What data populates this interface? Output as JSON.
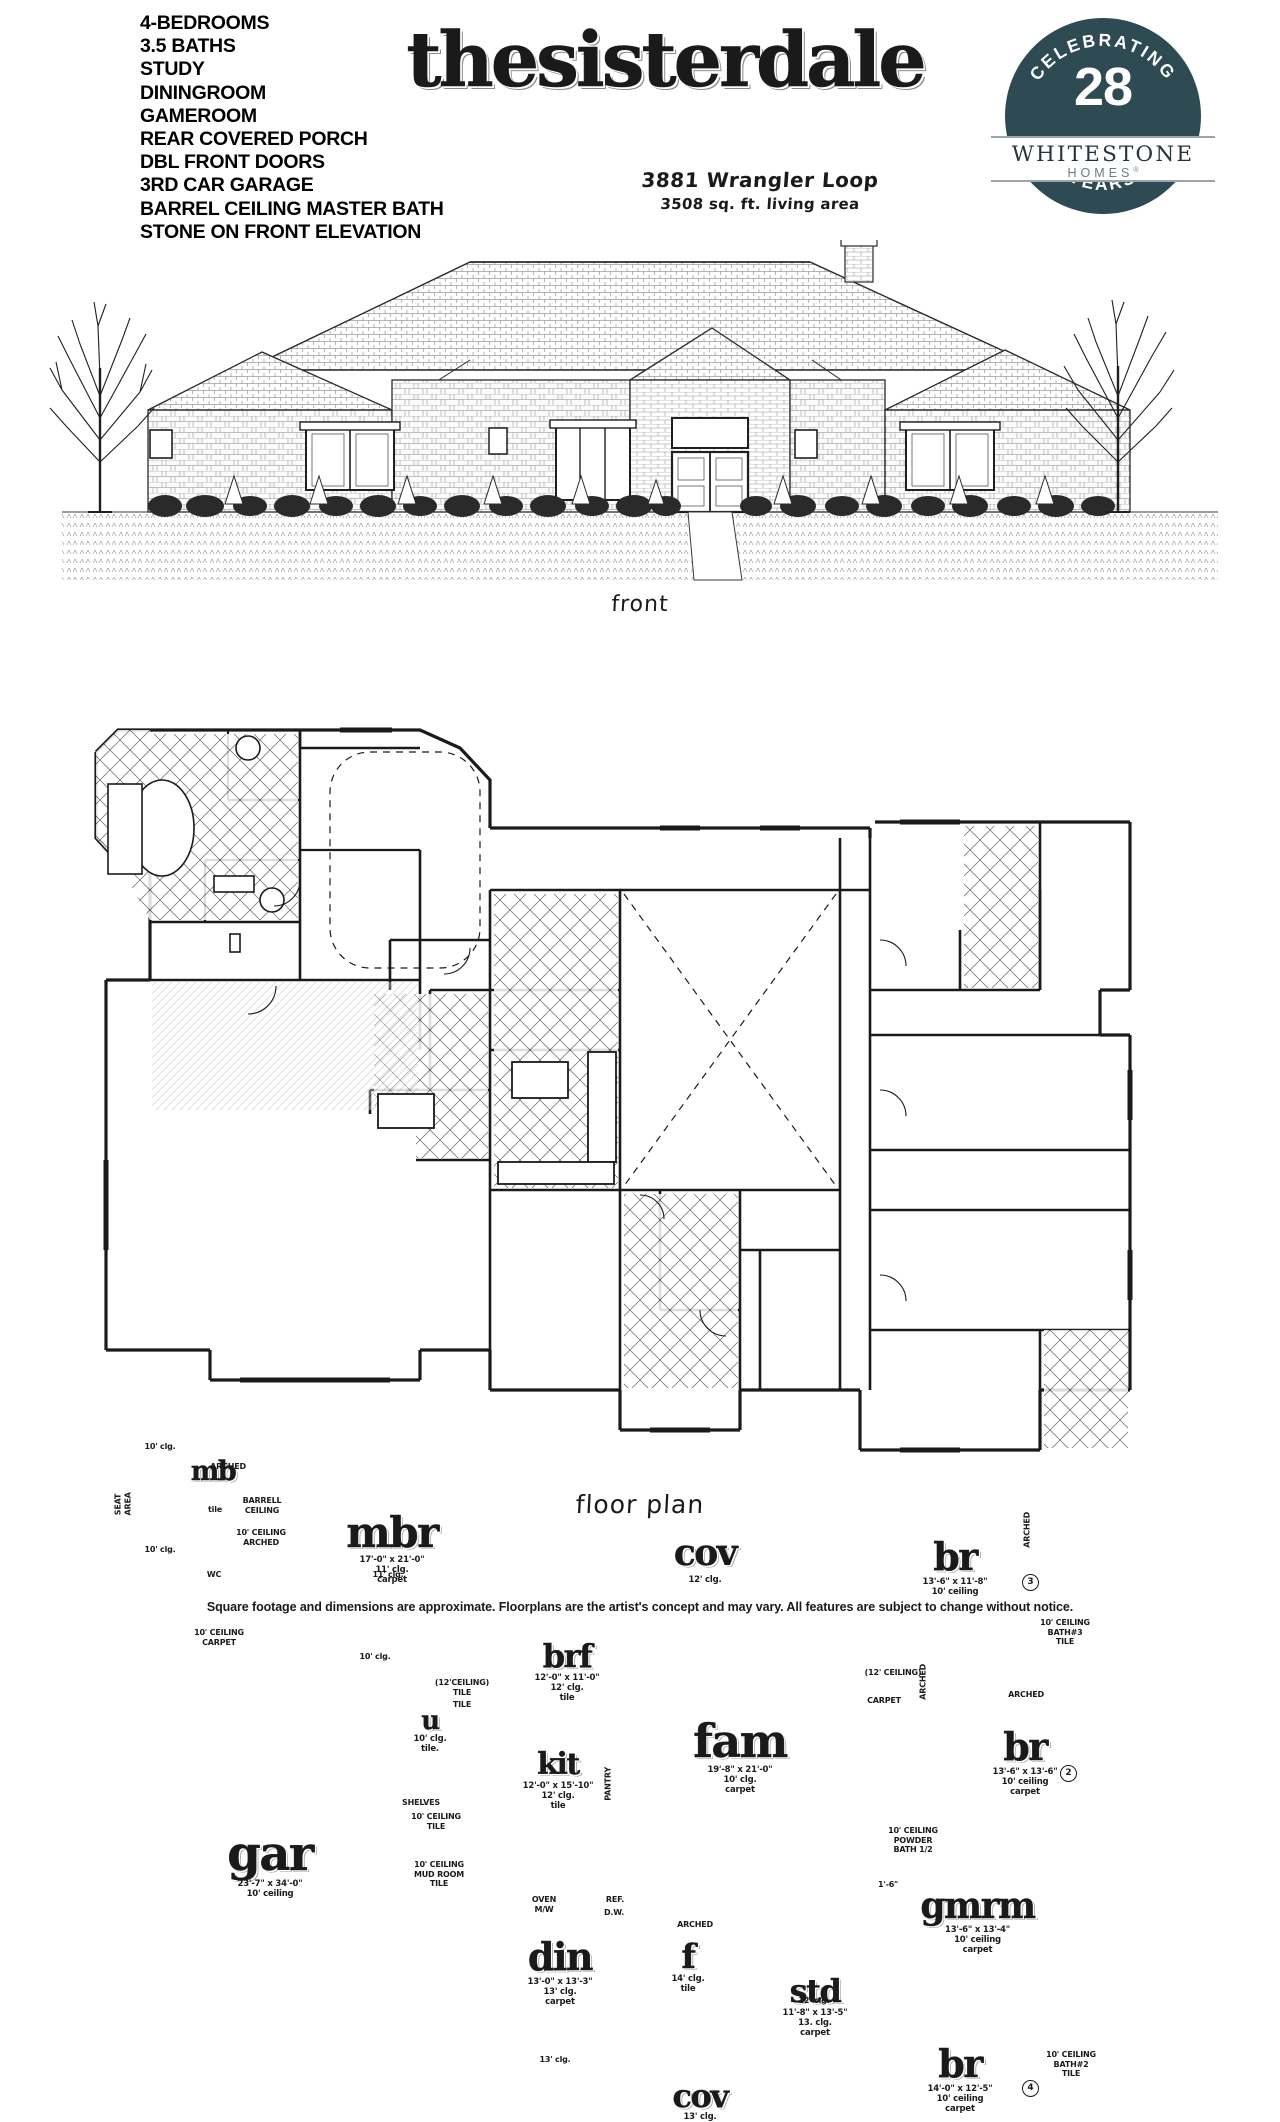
{
  "header": {
    "features": [
      "4-BEDROOMS",
      "3.5 BATHS",
      "STUDY",
      "DININGROOM",
      "GAMEROOM",
      "REAR COVERED PORCH",
      "DBL FRONT DOORS",
      "3RD CAR GARAGE",
      "BARREL CEILING MASTER BATH",
      "STONE ON FRONT ELEVATION"
    ],
    "plan_title": "thesisterdale",
    "address": "3881 Wrangler Loop",
    "sqft": "3508 sq. ft. living area"
  },
  "logo": {
    "celebrating": "CELEBRATING",
    "number": "28",
    "years": "YEARS",
    "brand": "WHITESTONE",
    "sub": "HOMES",
    "registered": "®",
    "color": "#2e4b54",
    "band_color": "#9aa6ab",
    "brand_color": "#24343a",
    "sub_color": "#6d7c82"
  },
  "elevation": {
    "caption": "front"
  },
  "floorplan": {
    "caption": "floor plan",
    "rooms": [
      {
        "key": "mb",
        "name": "mb",
        "dim": "",
        "note": ""
      },
      {
        "key": "mbr",
        "name": "mbr",
        "dim": "17'-0\" x 21'-0\"",
        "note": "11' clg.\ncarpet"
      },
      {
        "key": "cov_rear",
        "name": "cov",
        "dim": "",
        "note": "12' clg."
      },
      {
        "key": "br3",
        "name": "br",
        "dim": "13'-6\" x 11'-8\"",
        "note": "10' ceiling",
        "badge": "3"
      },
      {
        "key": "br2",
        "name": "br",
        "dim": "13'-6\" x 13'-6\"",
        "note": "10' ceiling\ncarpet",
        "badge": "2"
      },
      {
        "key": "br4",
        "name": "br",
        "dim": "14'-0\" x 12'-5\"",
        "note": "10' ceiling\ncarpet",
        "badge": "4"
      },
      {
        "key": "brf",
        "name": "brf",
        "dim": "12'-0\" x 11'-0\"",
        "note": "12' clg.\ntile"
      },
      {
        "key": "fam",
        "name": "fam",
        "dim": "19'-8\" x 21'-0\"",
        "note": "10' clg.\ncarpet"
      },
      {
        "key": "kit",
        "name": "kit",
        "dim": "12'-0\" x 15'-10\"",
        "note": "12' clg.\ntile"
      },
      {
        "key": "u",
        "name": "u",
        "dim": "",
        "note": "10' clg.\ntile."
      },
      {
        "key": "gar",
        "name": "gar",
        "dim": "23'-7\" x 34'-0\"",
        "note": "10' ceiling"
      },
      {
        "key": "din",
        "name": "din",
        "dim": "13'-0\" x 13'-3\"",
        "note": "13' clg.\ncarpet"
      },
      {
        "key": "f",
        "name": "f",
        "dim": "",
        "note": "14' clg.\ntile"
      },
      {
        "key": "std",
        "name": "std",
        "dim": "11'-8\" x 13'-5\"",
        "note": "13. clg.\ncarpet"
      },
      {
        "key": "gmrm",
        "name": "gmrm",
        "dim": "13'-6\" x 13'-4\"",
        "note": "10' ceiling\ncarpet"
      },
      {
        "key": "cov_front",
        "name": "cov",
        "dim": "",
        "note": "13' clg."
      }
    ],
    "annotations": [
      "10' clg.",
      "10' clg.",
      "tile",
      "ARCHED",
      "BARRELL CEILING",
      "10' CEILING ARCHED",
      "WC",
      "10' CEILING CARPET",
      "10' clg.",
      "(12'CEILING) TILE",
      "ARCHED",
      "SHELVES",
      "10' CEILING TILE",
      "10' CEILING MUD ROOM TILE",
      "OVEN M/W",
      "REF.",
      "D.W.",
      "PANTRY",
      "(12' CEILING)",
      "CARPET",
      "ARCHED",
      "10' CEILING POWDER BATH 1/2",
      "10' CEILING BATH#2 TILE",
      "10' CEILING BATH#3 TILE",
      "ARCHED",
      "12' clg.",
      "13' clg.",
      "1'-6\"",
      "SEAT AREA"
    ]
  },
  "footer": {
    "disclaimer": "Square footage and dimensions are approximate. Floorplans are the artist's concept and may vary. All  features  are  subject to change without notice."
  }
}
